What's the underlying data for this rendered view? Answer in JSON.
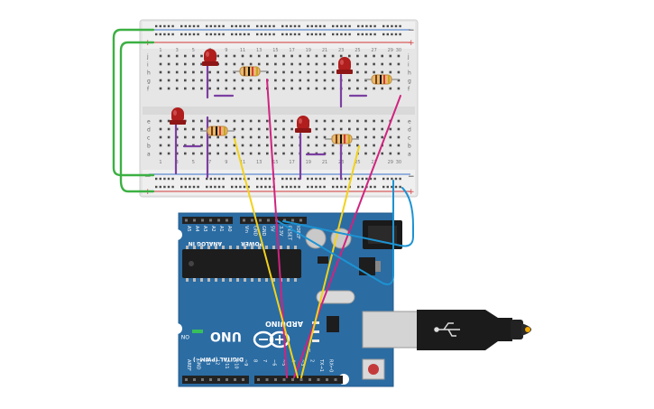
{
  "breadboard": {
    "rail_minus": "−",
    "rail_plus": "+",
    "row_labels_top": [
      "j",
      "i",
      "h",
      "g",
      "f"
    ],
    "row_labels_bottom": [
      "e",
      "d",
      "c",
      "b",
      "a"
    ],
    "column_numbers": [
      "1",
      "3",
      "5",
      "7",
      "9",
      "11",
      "13",
      "15",
      "17",
      "19",
      "21",
      "23",
      "25",
      "27",
      "29",
      "30"
    ]
  },
  "arduino": {
    "brand": "ARDUINO",
    "model": "UNO",
    "on_label": "ON",
    "analog_in_label": "ANALOG IN",
    "power_label": "POWER",
    "digital_label": "DIGITAL (PWM~)",
    "analog_pins": [
      "A0",
      "A1",
      "A2",
      "A3",
      "A4",
      "A5"
    ],
    "power_pins": [
      "Vin",
      "GND",
      "GND",
      "5V",
      "3.3V",
      "RESET",
      "IOREF"
    ],
    "digital_pins": [
      "RX←0",
      "TX→1",
      "2",
      "~3",
      "4",
      "~5",
      "~6",
      "7",
      "8",
      "~9",
      "~10",
      "~11",
      "12",
      "13",
      "GND",
      "AREF"
    ],
    "tx_label": "TX",
    "rx_label": "RX",
    "l_label": "L"
  },
  "colors": {
    "wire_green": "#3cb043",
    "wire_magenta": "#d0237f",
    "wire_yellow": "#f2d21a",
    "wire_blue": "#1d93d2",
    "board_blue": "#2b6ca3",
    "led_red": "#b01e1e",
    "rail_red": "#d33a3a",
    "rail_blue": "#3a72c9"
  }
}
